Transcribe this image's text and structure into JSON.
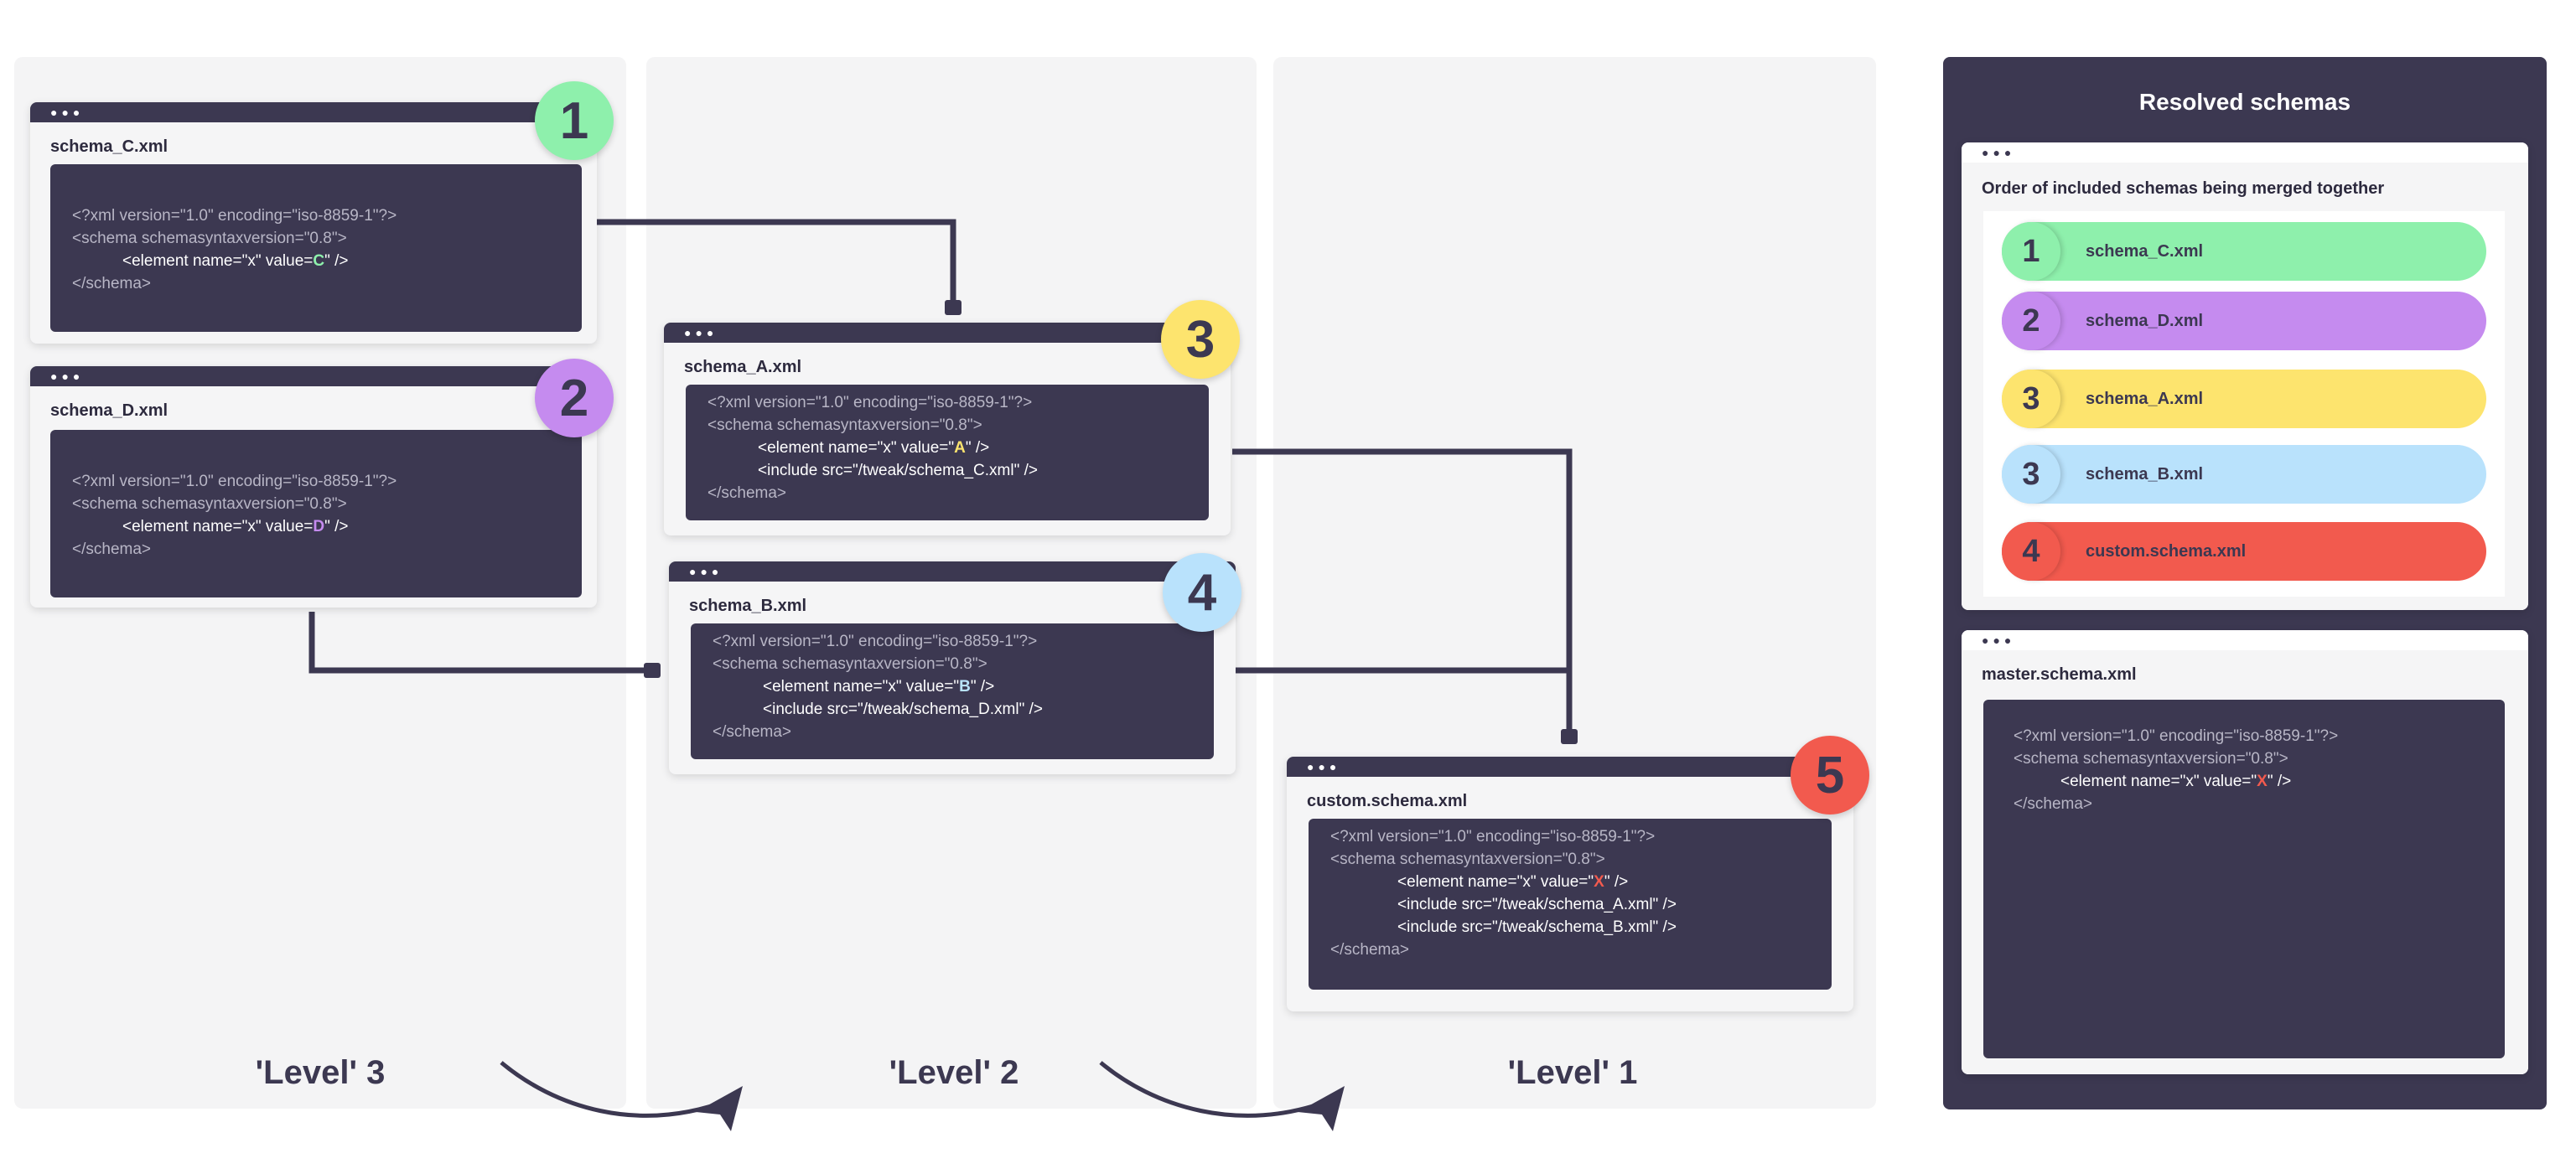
{
  "colors": {
    "dark": "#3c3851",
    "green": "#8ef0ac",
    "purple": "#c58bef",
    "yellow": "#fde46e",
    "blue": "#b9e2fc",
    "red": "#f25a4e"
  },
  "levels": {
    "level3": "'Level' 3",
    "level2": "'Level' 2",
    "level1": "'Level' 1"
  },
  "cards": {
    "schema_c": {
      "title": "schema_C.xml",
      "badge": "1",
      "line1": "<?xml version=\"1.0\" encoding=\"iso-8859-1\"?>",
      "line2": "<schema schemasyntaxversion=\"0.8\">",
      "el_pre": "<element name=\"x\" value=",
      "el_val": "C",
      "el_post": "\" />",
      "end": "</schema>"
    },
    "schema_d": {
      "title": "schema_D.xml",
      "badge": "2",
      "line1": "<?xml version=\"1.0\" encoding=\"iso-8859-1\"?>",
      "line2": "<schema schemasyntaxversion=\"0.8\">",
      "el_pre": "<element name=\"x\" value=",
      "el_val": "D",
      "el_post": "\" />",
      "end": "</schema>"
    },
    "schema_a": {
      "title": "schema_A.xml",
      "badge": "3",
      "line1": "<?xml version=\"1.0\" encoding=\"iso-8859-1\"?>",
      "line2": "<schema schemasyntaxversion=\"0.8\">",
      "el_pre": "<element name=\"x\" value=\"",
      "el_val": "A",
      "el_post": "\" />",
      "include": "<include src=\"/tweak/schema_C.xml\" />",
      "end": "</schema>"
    },
    "schema_b": {
      "title": "schema_B.xml",
      "badge": "4",
      "line1": "<?xml version=\"1.0\" encoding=\"iso-8859-1\"?>",
      "line2": "<schema schemasyntaxversion=\"0.8\">",
      "el_pre": "<element name=\"x\" value=\"",
      "el_val": "B",
      "el_post": "\" />",
      "include": "<include src=\"/tweak/schema_D.xml\" />",
      "end": "</schema>"
    },
    "custom": {
      "title": "custom.schema.xml",
      "badge": "5",
      "line1": "<?xml version=\"1.0\" encoding=\"iso-8859-1\"?>",
      "line2": "<schema schemasyntaxversion=\"0.8\">",
      "el_pre": "<element name=\"x\" value=\"",
      "el_val": "X",
      "el_post": "\" />",
      "include_a": "<include src=\"/tweak/schema_A.xml\" />",
      "include_b": "<include src=\"/tweak/schema_B.xml\" />",
      "end": "</schema>"
    }
  },
  "resolved": {
    "title": "Resolved schemas",
    "order_title": "Order of included schemas being merged together",
    "items": [
      {
        "num": "1",
        "name": "schema_C.xml",
        "color": "#8ef0ac"
      },
      {
        "num": "2",
        "name": "schema_D.xml",
        "color": "#c58bef"
      },
      {
        "num": "3",
        "name": "schema_A.xml",
        "color": "#fde46e"
      },
      {
        "num": "3",
        "name": "schema_B.xml",
        "color": "#b9e2fc"
      },
      {
        "num": "4",
        "name": "custom.schema.xml",
        "color": "#f25a4e"
      }
    ],
    "master": {
      "title": "master.schema.xml",
      "line1": "<?xml version=\"1.0\" encoding=\"iso-8859-1\"?>",
      "line2": "<schema schemasyntaxversion=\"0.8\">",
      "el_pre": "<element name=\"x\" value=\"",
      "el_val": "X",
      "el_post": "\" />",
      "end": "</schema>"
    }
  }
}
